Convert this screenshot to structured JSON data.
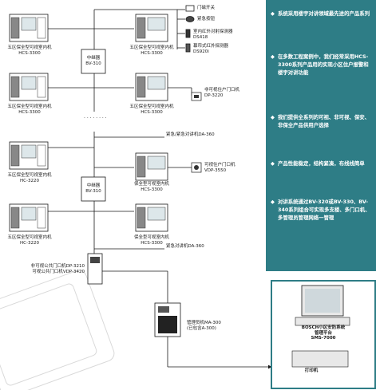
{
  "legend": [
    {
      "label": "门磁开关"
    },
    {
      "label": "紧急按钮"
    },
    {
      "label": "室内红外对射探测器\nDS418"
    },
    {
      "label": "幕帘式红外探测器\nDS920i"
    }
  ],
  "devices": {
    "monitor1": "五区保全型可视室内机\nHCS-3300",
    "monitor2": "五区保全型可视室内机\nHCS-3300",
    "monitor3": "五区保全型可视室内机\nHCS-3300",
    "monitor4": "五区保全型可视室内机\nHCS-3300",
    "monitor5": "五区保全型可视室内机\nHC-3220",
    "monitor6": "保全型可视室内机\nHCS-3300",
    "monitor7": "五区保全型可视室内机\nHC-3220",
    "monitor8": "保全型可视室内机\nHCS-3300",
    "switcher1": "中继器\nBV-310",
    "switcher2": "中继器\nBV-310",
    "villa_door": "非可视住户门口机\nDP-3220",
    "villa_door2": "可视住户门口机\nVDP-3550",
    "emergency1": "紧急/紧急对讲机DA-360",
    "emergency2": "紧急对讲机DA-360",
    "entrance": "非可视公共门口机DP-3210\n可视公共门口机VDP-3420",
    "manager": "管理员机MA-300\n(已包含A-300)",
    "software": "BOSCH小区安防系统\n管理平台\nSMS-7000",
    "printer": "打印机"
  },
  "dots": "· · · · · · · ·",
  "panel": {
    "items": [
      {
        "text": "系统采用楼宇对讲领域最先进的产品系列"
      },
      {
        "text": "在多数工程案例中，我们经常采用HCS-3300系列产品用的实现小区住户报警和楼宇对讲功能"
      },
      {
        "text": "我们提供全系列的可视、非可视、保安、非保全产品供用户选择"
      },
      {
        "text": "产品性能稳定，结构紧凑，布线线简单"
      },
      {
        "text": "对讲系统通过BV-320或BV-330、BV-340系列组合可实现多支楼、多门口机、多管理员管理网络一管理"
      }
    ],
    "bullet": "◆"
  },
  "colors": {
    "panel_bg": "#2e7d86",
    "line": "#1a1a1a",
    "screen_bg": "#dde7ea"
  }
}
